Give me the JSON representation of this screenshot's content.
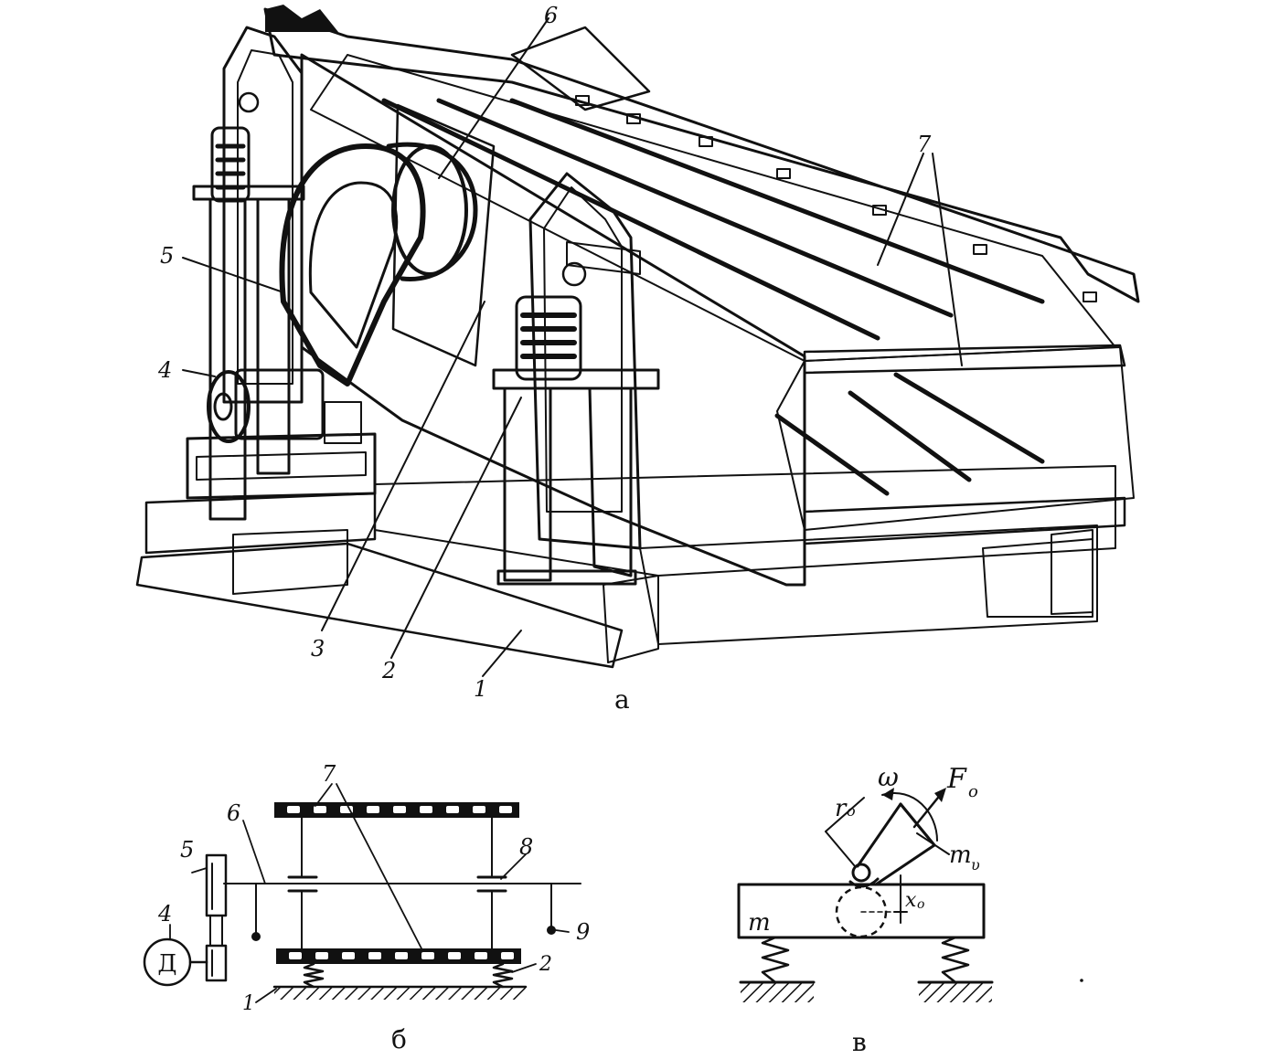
{
  "panel_a": {
    "caption": "а",
    "labels": {
      "l1": "1",
      "l2": "2",
      "l3": "3",
      "l4": "4",
      "l5": "5",
      "l6": "6",
      "l7": "7"
    }
  },
  "panel_b": {
    "caption": "б",
    "labels": {
      "l1": "1",
      "l2": "2",
      "l4": "4",
      "l5": "5",
      "l6": "6",
      "l7": "7",
      "l8": "8",
      "l9": "9"
    },
    "motor_letter": "Д"
  },
  "panel_v": {
    "caption": "в",
    "labels": {
      "omega": "ω",
      "force": "F",
      "force_sub": "o",
      "radius": "r",
      "radius_sub": "o",
      "unbalanced_mass": "m",
      "unbalanced_mass_sub": "υ",
      "amplitude": "x",
      "amplitude_sub": "o",
      "mass": "m"
    }
  }
}
